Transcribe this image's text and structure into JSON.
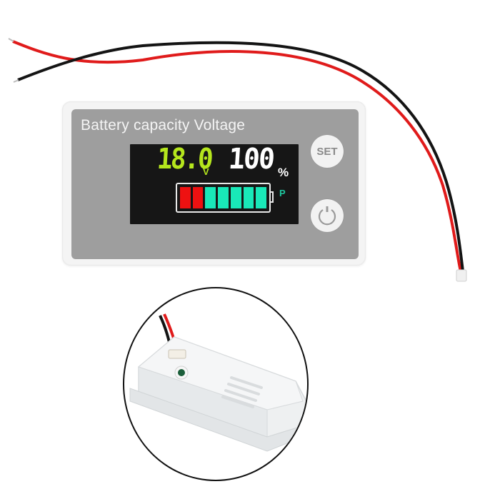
{
  "product": {
    "label_title": "Battery capacity Voltage",
    "display": {
      "voltage_value": "18.0",
      "voltage_unit": "V",
      "percent_value": "100",
      "percent_unit": "%",
      "mode_indicator": "P",
      "battery_bars": [
        {
          "color": "#ee1111"
        },
        {
          "color": "#ee1111"
        },
        {
          "color": "#19e8b8"
        },
        {
          "color": "#19e8b8"
        },
        {
          "color": "#19e8b8"
        },
        {
          "color": "#19e8b8"
        },
        {
          "color": "#19e8b8"
        }
      ],
      "voltage_color": "#b5e61d",
      "percent_color": "#ffffff",
      "bar_low_color": "#ee1111",
      "bar_ok_color": "#19e8b8"
    },
    "buttons": {
      "set_label": "SET",
      "power_icon": "power-icon"
    },
    "wires": {
      "positive_color": "#e01b1b",
      "negative_color": "#111111"
    },
    "inset": {
      "description": "rear view of translucent housing with connector"
    }
  }
}
